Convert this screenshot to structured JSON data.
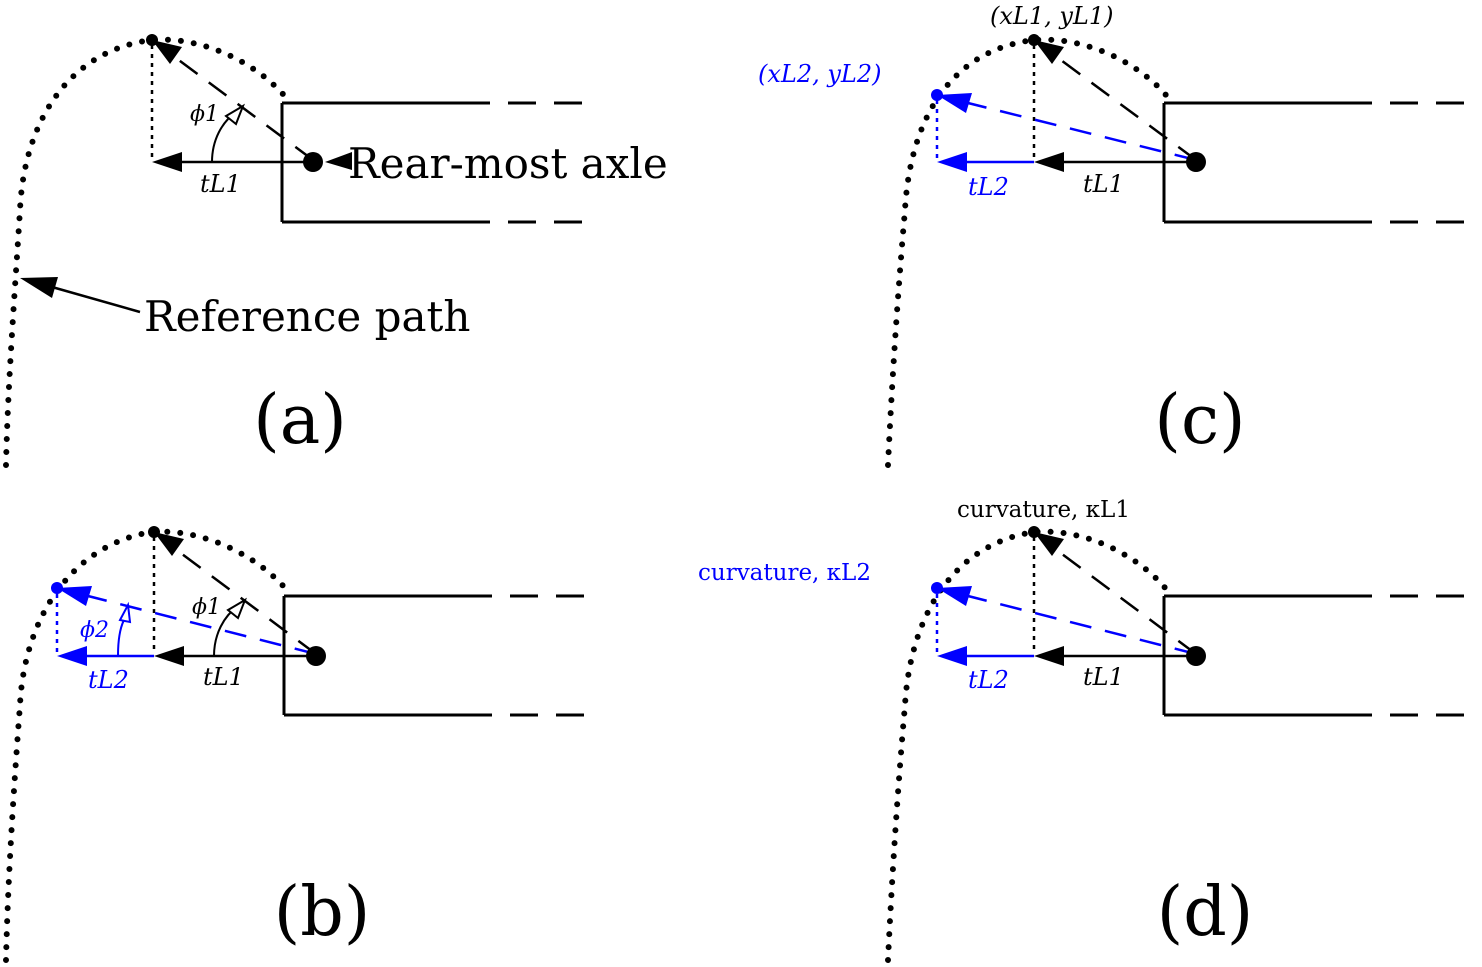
{
  "colors": {
    "primary": "#000000",
    "accent": "#0000ff"
  },
  "panels": {
    "a": {
      "caption": "(a)",
      "phi1": "ϕ1",
      "t_l1": "tL1",
      "rear_axle_label": "Rear-most axle",
      "reference_path_label": "Reference path"
    },
    "b": {
      "caption": "(b)",
      "phi1": "ϕ1",
      "phi2": "ϕ2",
      "t_l1": "tL1",
      "t_l2": "tL2"
    },
    "c": {
      "caption": "(c)",
      "point_l1": "(xL1, yL1)",
      "point_l2": "(xL2, yL2)",
      "t_l1": "tL1",
      "t_l2": "tL2"
    },
    "d": {
      "caption": "(d)",
      "curvature_l1": "curvature, κL1",
      "curvature_l2": "curvature, κL2",
      "t_l1": "tL1",
      "t_l2": "tL2"
    }
  }
}
